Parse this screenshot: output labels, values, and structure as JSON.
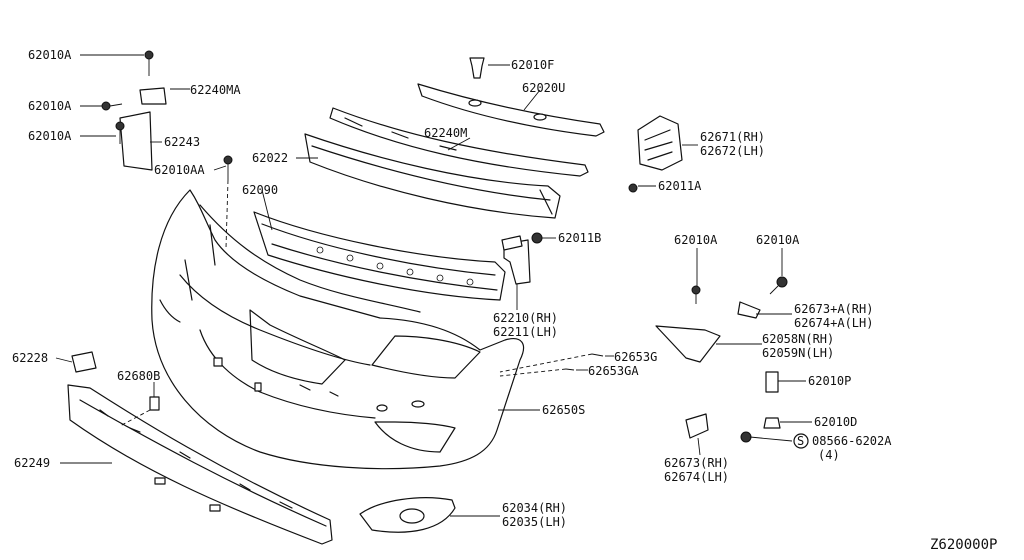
{
  "diagram": {
    "drawing_code": "Z620000P",
    "callouts": [
      {
        "id": "62010A-top",
        "lines": [
          "62010A"
        ]
      },
      {
        "id": "62010A-mid",
        "lines": [
          "62010A"
        ]
      },
      {
        "id": "62010A-low",
        "lines": [
          "62010A"
        ]
      },
      {
        "id": "62240MA",
        "lines": [
          "62240MA"
        ]
      },
      {
        "id": "62243",
        "lines": [
          "62243"
        ]
      },
      {
        "id": "62010AA",
        "lines": [
          "62010AA"
        ]
      },
      {
        "id": "62010F",
        "lines": [
          "62010F"
        ]
      },
      {
        "id": "62020U",
        "lines": [
          "62020U"
        ]
      },
      {
        "id": "62240M",
        "lines": [
          "62240M"
        ]
      },
      {
        "id": "62022",
        "lines": [
          "62022"
        ]
      },
      {
        "id": "62090",
        "lines": [
          "62090"
        ]
      },
      {
        "id": "62671",
        "lines": [
          "62671(RH)",
          "62672(LH)"
        ]
      },
      {
        "id": "62011A",
        "lines": [
          "62011A"
        ]
      },
      {
        "id": "62011B",
        "lines": [
          "62011B"
        ]
      },
      {
        "id": "62210",
        "lines": [
          "62210(RH)",
          "62211(LH)"
        ]
      },
      {
        "id": "62010A-right1",
        "lines": [
          "62010A"
        ]
      },
      {
        "id": "62010A-right2",
        "lines": [
          "62010A"
        ]
      },
      {
        "id": "62673A",
        "lines": [
          "62673+A(RH)",
          "62674+A(LH)"
        ]
      },
      {
        "id": "62058N",
        "lines": [
          "62058N(RH)",
          "62059N(LH)"
        ]
      },
      {
        "id": "62228",
        "lines": [
          "62228"
        ]
      },
      {
        "id": "62680B",
        "lines": [
          "62680B"
        ]
      },
      {
        "id": "62653G",
        "lines": [
          "62653G"
        ]
      },
      {
        "id": "62653GA",
        "lines": [
          "62653GA"
        ]
      },
      {
        "id": "62650S",
        "lines": [
          "62650S"
        ]
      },
      {
        "id": "62010P",
        "lines": [
          "62010P"
        ]
      },
      {
        "id": "62010D",
        "lines": [
          "62010D"
        ]
      },
      {
        "id": "08566",
        "lines": [
          "08566-6202A",
          "(4)"
        ]
      },
      {
        "id": "62249",
        "lines": [
          "62249"
        ]
      },
      {
        "id": "62673",
        "lines": [
          "62673(RH)",
          "62674(LH)"
        ]
      },
      {
        "id": "62034",
        "lines": [
          "62034(RH)",
          "62035(LH)"
        ]
      }
    ]
  }
}
